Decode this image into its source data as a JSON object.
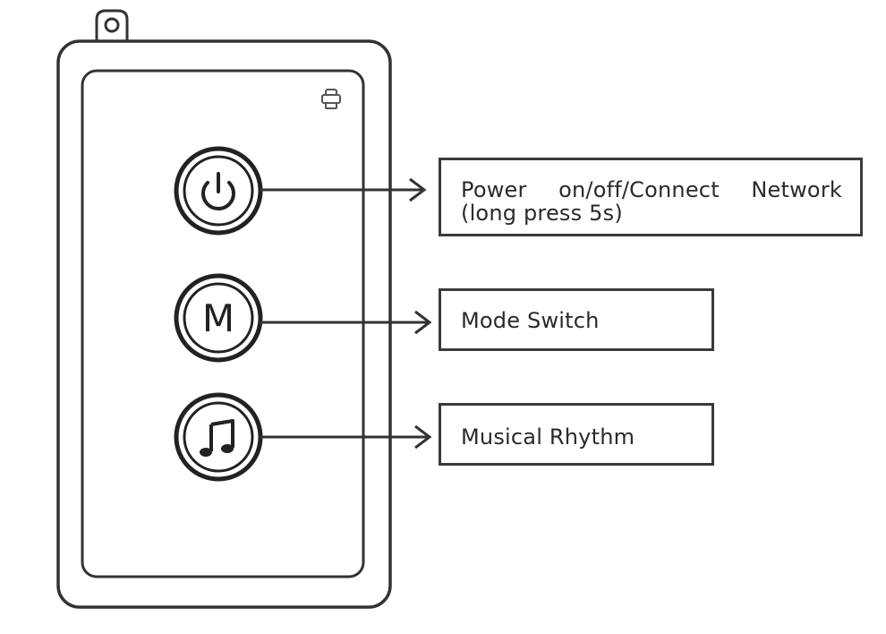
{
  "buttons": [
    {
      "id": "power",
      "icon": "power-icon"
    },
    {
      "id": "mode",
      "icon": "letter-m",
      "glyph": "M"
    },
    {
      "id": "music",
      "icon": "music-note-icon"
    }
  ],
  "callouts": {
    "power": {
      "line1_words": [
        "Power",
        "on/off/Connect",
        "Network"
      ],
      "line2": "(long press 5s)"
    },
    "mode": "Mode Switch",
    "music": "Musical Rhythm"
  },
  "colors": {
    "stroke": "#333333",
    "background": "#ffffff"
  }
}
